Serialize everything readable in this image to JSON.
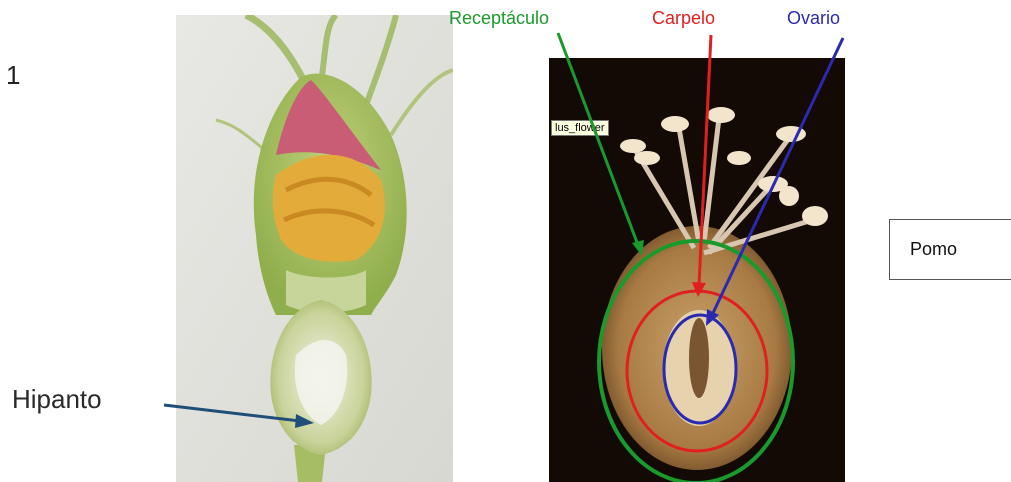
{
  "left_panel": {
    "cropped_glyph": "1",
    "hypanthium_label": "Hipanto",
    "arrow_color": "#1f4e79"
  },
  "right_panel": {
    "labels": {
      "receptacle": "Receptáculo",
      "carpel": "Carpelo",
      "ovary": "Ovario"
    },
    "colors": {
      "receptacle": "#1a9a2a",
      "carpel": "#e02020",
      "ovary": "#2a2ab0"
    },
    "tooltip": "lus_flower"
  },
  "pomo_box": {
    "text": "Pomo"
  }
}
